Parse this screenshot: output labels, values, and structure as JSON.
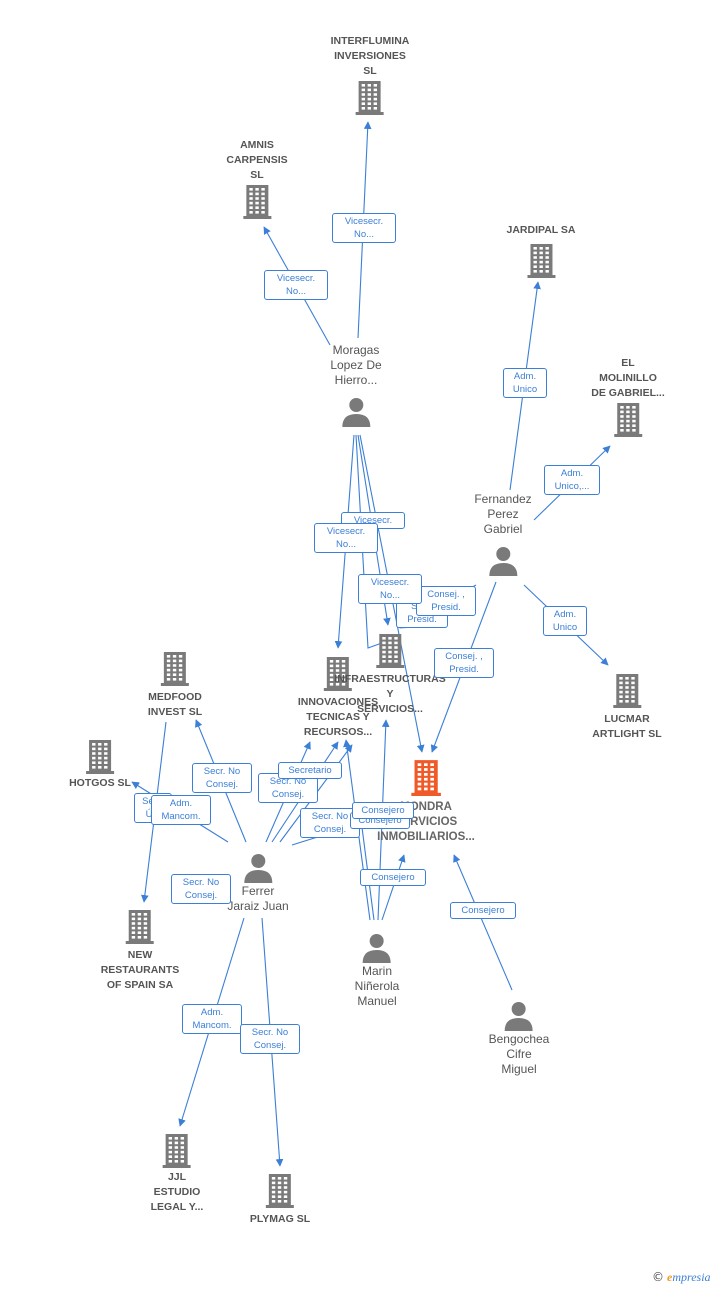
{
  "colors": {
    "edge": "#3b7fd6",
    "company_icon": "#7a7a7a",
    "focus_icon": "#f05a28",
    "person_icon": "#7a7a7a"
  },
  "companies": {
    "interflumina": {
      "lines": [
        "INTERFLUMINA",
        "INVERSIONES",
        "SL"
      ]
    },
    "amnis": {
      "lines": [
        "AMNIS",
        "CARPENSIS",
        "SL"
      ]
    },
    "jardipal": {
      "lines": [
        "JARDIPAL SA"
      ]
    },
    "molinillo": {
      "lines": [
        "EL",
        "MOLINILLO",
        "DE GABRIEL..."
      ]
    },
    "lucmar": {
      "lines": [
        "LUCMAR",
        "ARTLIGHT SL"
      ]
    },
    "medfood": {
      "lines": [
        "MEDFOOD",
        "INVEST  SL"
      ]
    },
    "hotgos": {
      "lines": [
        "HOTGOS SL"
      ]
    },
    "innovaciones": {
      "lines": [
        "INNOVACIONES",
        "TECNICAS Y",
        "RECURSOS..."
      ]
    },
    "infraestructuras": {
      "lines": [
        "INFRAESTRUCTURAS",
        "Y",
        "SERVICIOS..."
      ]
    },
    "mondra": {
      "lines": [
        "MONDRA",
        "SERVICIOS",
        "INMOBILIARIOS..."
      ]
    },
    "new_restaurants": {
      "lines": [
        "NEW",
        "RESTAURANTS",
        "OF SPAIN SA"
      ]
    },
    "jjl": {
      "lines": [
        "JJL",
        "ESTUDIO",
        "LEGAL Y..."
      ]
    },
    "plymag": {
      "lines": [
        "PLYMAG SL"
      ]
    }
  },
  "people": {
    "moragas": {
      "lines": [
        "Moragas",
        "Lopez De",
        "Hierro..."
      ]
    },
    "fernandez": {
      "lines": [
        "Fernandez",
        "Perez",
        "Gabriel"
      ]
    },
    "ferrer": {
      "lines": [
        "Ferrer",
        "Jaraiz Juan"
      ]
    },
    "marin": {
      "lines": [
        "Marin",
        "Niñerola",
        "Manuel"
      ]
    },
    "bengochea": {
      "lines": [
        "Bengochea",
        "Cifre",
        "Miguel"
      ]
    }
  },
  "edge_labels": [
    {
      "lines": [
        "Vicesecr.",
        "No..."
      ]
    },
    {
      "lines": [
        "Vicesecr.",
        "No..."
      ]
    },
    {
      "lines": [
        "Adm.",
        "Unico"
      ]
    },
    {
      "lines": [
        "Adm.",
        "Unico,..."
      ]
    },
    {
      "lines": [
        "Vicesecr."
      ]
    },
    {
      "lines": [
        "Vicesecr.",
        "No..."
      ]
    },
    {
      "lines": [
        "Vicesecr.",
        "No..."
      ]
    },
    {
      "lines": [
        "Consej. ,",
        "Presid."
      ]
    },
    {
      "lines": [
        "Secr.",
        "Presid."
      ]
    },
    {
      "lines": [
        "Consej. ,",
        "Presid."
      ]
    },
    {
      "lines": [
        "Adm.",
        "Unico"
      ]
    },
    {
      "lines": [
        "Secr.  No",
        "Consej."
      ]
    },
    {
      "lines": [
        "Secr.  No",
        "Consej."
      ]
    },
    {
      "lines": [
        "Secretario"
      ]
    },
    {
      "lines": [
        "Secr.  No",
        "Consej."
      ]
    },
    {
      "lines": [
        "Consejero"
      ]
    },
    {
      "lines": [
        "Consejero"
      ]
    },
    {
      "lines": [
        "Consejero"
      ]
    },
    {
      "lines": [
        "Consejero"
      ]
    },
    {
      "lines": [
        "Secr.",
        "Ú..."
      ]
    },
    {
      "lines": [
        "Adm.",
        "Mancom."
      ]
    },
    {
      "lines": [
        "Secr.  No",
        "Consej."
      ]
    },
    {
      "lines": [
        "Adm.",
        "Mancom."
      ]
    },
    {
      "lines": [
        "Secr.  No",
        "Consej."
      ]
    }
  ],
  "footer": {
    "copyright": "©",
    "brand_initial": "e",
    "brand_rest": "mpresia"
  }
}
